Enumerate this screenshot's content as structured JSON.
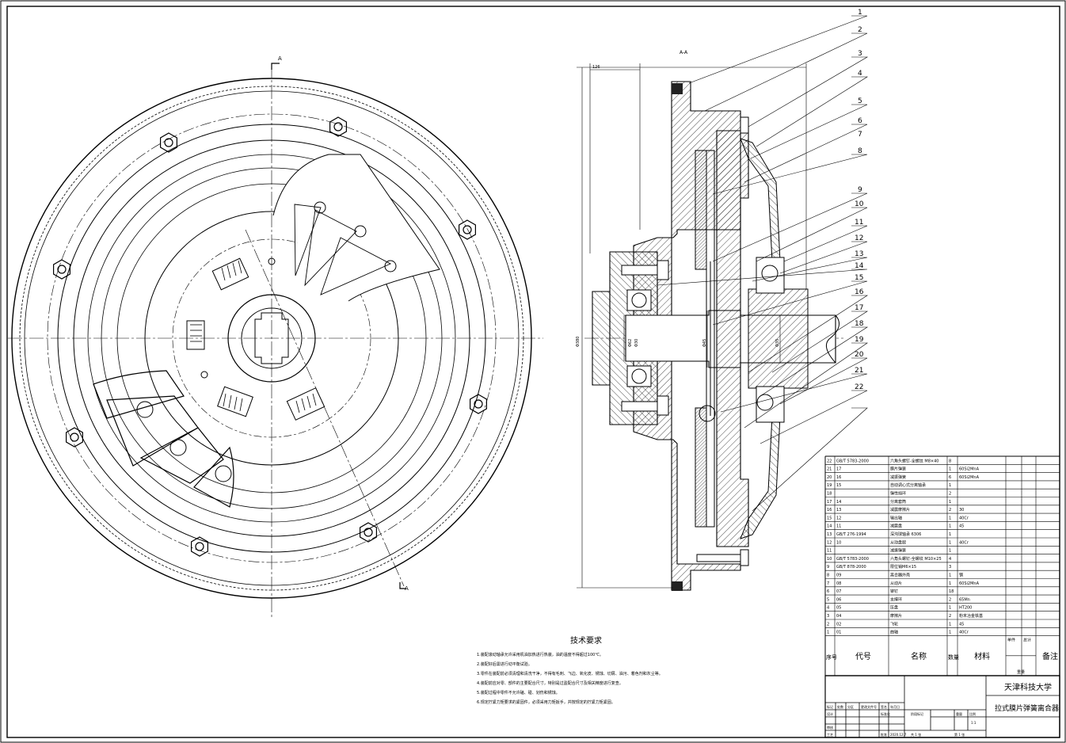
{
  "drawing": {
    "section_label": "A-A",
    "section_mark": "A",
    "dims": {
      "d1": "126",
      "d2": "Φ380",
      "d3": "Φ62",
      "d4": "Φ30",
      "d5": "Φ45",
      "d6": "Φ35"
    },
    "leaders": [
      "1",
      "2",
      "3",
      "4",
      "5",
      "6",
      "7",
      "8",
      "9",
      "10",
      "11",
      "12",
      "13",
      "14",
      "15",
      "16",
      "17",
      "18",
      "19",
      "20",
      "21",
      "22"
    ]
  },
  "tech_requirements": {
    "title": "技术要求",
    "lines": [
      "1.装配滚动轴承允许采用机油加热进行热装，油的温度不得超过100℃。",
      "2.装配好后需进行动平衡试验。",
      "3.零件在装配前必须清理和清洗干净，不得有毛刺、飞边、氧化皮、锈蚀、切屑、油污、着色剂和灰尘等。",
      "4.装配前应对零、部件的主要配合尺寸，特别是过盈配合尺寸及相关精度进行复查。",
      "5.装配过程中零件不允许磕、碰、划伤和锈蚀。",
      "6.规定拧紧力矩要求的紧固件，必须采用力矩扳手，并按规定的拧紧力矩紧固。"
    ]
  },
  "bom": {
    "rows": [
      {
        "no": "22",
        "code": "GB/T 5783-2000",
        "name": "六角头螺钉-全螺纹 M8×40",
        "qty": "8",
        "mat": ""
      },
      {
        "no": "21",
        "code": "17",
        "name": "膜片弹簧",
        "qty": "1",
        "mat": "60Si2MnA"
      },
      {
        "no": "20",
        "code": "16",
        "name": "减振弹簧",
        "qty": "6",
        "mat": "60Si2MnA"
      },
      {
        "no": "19",
        "code": "15",
        "name": "自动调心式分离轴承",
        "qty": "1",
        "mat": ""
      },
      {
        "no": "18",
        "code": "",
        "name": "弹性挡环",
        "qty": "2",
        "mat": ""
      },
      {
        "no": "17",
        "code": "14",
        "name": "分离套筒",
        "qty": "1",
        "mat": ""
      },
      {
        "no": "16",
        "code": "13",
        "name": "减震摩擦片",
        "qty": "2",
        "mat": "30"
      },
      {
        "no": "15",
        "code": "12",
        "name": "输出轴",
        "qty": "1",
        "mat": "40Cr"
      },
      {
        "no": "14",
        "code": "11",
        "name": "减震盘",
        "qty": "1",
        "mat": "45"
      },
      {
        "no": "13",
        "code": "GB/T 276-1994",
        "name": "深沟球轴承 6306",
        "qty": "1",
        "mat": ""
      },
      {
        "no": "12",
        "code": "10",
        "name": "从动盘毂",
        "qty": "1",
        "mat": "40Cr"
      },
      {
        "no": "11",
        "code": "",
        "name": "减振弹簧",
        "qty": "1",
        "mat": ""
      },
      {
        "no": "10",
        "code": "GB/T 5783-2000",
        "name": "六角头螺钉-全螺纹 M10×25",
        "qty": "4",
        "mat": ""
      },
      {
        "no": "9",
        "code": "GB/T 878-2000",
        "name": "限位销M6×15",
        "qty": "3",
        "mat": ""
      },
      {
        "no": "8",
        "code": "09",
        "name": "离合器外壳",
        "qty": "1",
        "mat": "钢"
      },
      {
        "no": "7",
        "code": "08",
        "name": "从动片",
        "qty": "1",
        "mat": "60Si2MnA"
      },
      {
        "no": "6",
        "code": "07",
        "name": "铆钉",
        "qty": "18",
        "mat": ""
      },
      {
        "no": "5",
        "code": "06",
        "name": "支撑环",
        "qty": "2",
        "mat": "65Mn"
      },
      {
        "no": "4",
        "code": "05",
        "name": "压盘",
        "qty": "1",
        "mat": "HT200"
      },
      {
        "no": "3",
        "code": "04",
        "name": "摩擦片",
        "qty": "2",
        "mat": "粉末冶金铁基"
      },
      {
        "no": "2",
        "code": "02",
        "name": "飞轮",
        "qty": "1",
        "mat": "45"
      },
      {
        "no": "1",
        "code": "01",
        "name": "曲轴",
        "qty": "1",
        "mat": "40Cr"
      }
    ],
    "header": {
      "no": "序号",
      "code": "代号",
      "name": "名称",
      "qty": "数量",
      "mat": "材料",
      "unit_weight": "单件",
      "total_weight": "总计",
      "weight": "重量",
      "remark": "备注"
    }
  },
  "title_block": {
    "school": "天津科技大学",
    "title": "拉式膜片弹簧离合器",
    "labels": {
      "mark": "标记",
      "count": "处数",
      "zone": "分区",
      "doc": "更改文件号",
      "sign": "签名",
      "date": "年月日",
      "design": "设计",
      "std": "标准化",
      "stage": "阶段标记",
      "weight": "重量",
      "scale": "比例",
      "check": "审核",
      "process": "工艺",
      "approve": "批准",
      "sheets": "共 1 张",
      "sheet": "第 1 张",
      "date_value": "2020.12.7"
    },
    "scale_value": "1:1"
  }
}
